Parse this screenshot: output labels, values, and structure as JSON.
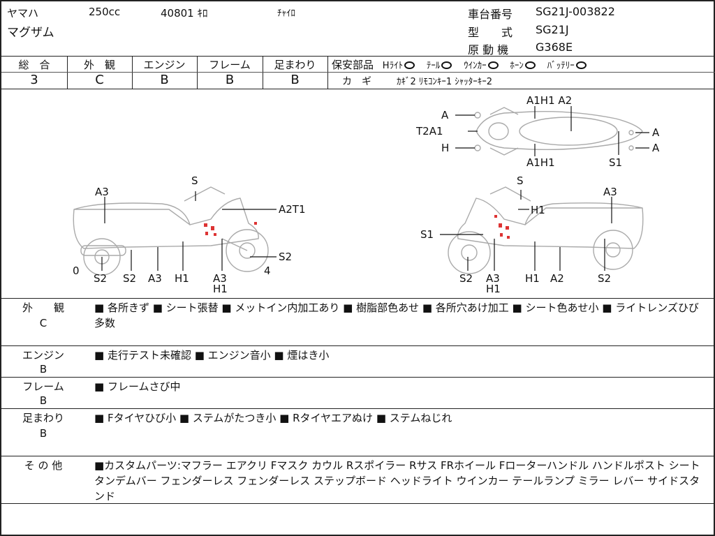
{
  "header": {
    "maker": "ヤマハ",
    "displacement": "250cc",
    "mileage": "40801 ｷﾛ",
    "color": "ﾁｬｲﾛ",
    "model_name": "マグザム",
    "frame_number_label": "車台番号",
    "frame_number": "SG21J-003822",
    "model_code_label": "型　　式",
    "model_code": "SG21J",
    "engine_label": "原 動 機",
    "engine_code": "G368E"
  },
  "grades": [
    {
      "label": "総　合",
      "value": "3"
    },
    {
      "label": "外　観",
      "value": "C"
    },
    {
      "label": "エンジン",
      "value": "B"
    },
    {
      "label": "フレーム",
      "value": "B"
    },
    {
      "label": "足まわり",
      "value": "B"
    }
  ],
  "safety": {
    "label": "保安部品",
    "items": [
      {
        "name": "Hﾗｲﾄ",
        "status": "O"
      },
      {
        "name": "ﾃｰﾙ",
        "status": "O"
      },
      {
        "name": "ｳｲﾝｶｰ",
        "status": "O"
      },
      {
        "name": "ﾎｰﾝ",
        "status": "O"
      },
      {
        "name": "ﾊﾞｯﾃﾘｰ",
        "status": "O"
      }
    ],
    "key_label": "カ　ギ",
    "key_info": "ｶｷﾞ2 ﾘﾓｺﾝｷｰ1 ｼｬｯﾀｰｷｰ2"
  },
  "diagram_labels": {
    "left_side": [
      "A3",
      "S",
      "A2T1",
      "S2",
      "0",
      "S2",
      "S2",
      "A3",
      "H1",
      "A3",
      "H1",
      "4"
    ],
    "right_side": [
      "S",
      "A3",
      "H1",
      "S1",
      "S2",
      "A3",
      "H1",
      "H1",
      "A2",
      "S2"
    ],
    "top_view": [
      "A1H1 A2",
      "A",
      "T2A1",
      "H",
      "A",
      "A",
      "A1H1",
      "S1"
    ]
  },
  "remarks": [
    {
      "category": "外　　観",
      "grade": "C",
      "text": "■ 各所きず ■ シート張替 ■ メットイン内加工あり ■ 樹脂部色あせ ■ 各所穴あけ加工 ■ シート色あせ小 ■ ライトレンズひび多数"
    },
    {
      "category": "エンジン",
      "grade": "B",
      "text": "■ 走行テスト未確認 ■ エンジン音小 ■ 煙はき小"
    },
    {
      "category": "フレーム",
      "grade": "B",
      "text": "■ フレームさび中"
    },
    {
      "category": "足まわり",
      "grade": "B",
      "text": "■ Fタイヤひび小 ■ ステムがたつき小 ■ Rタイヤエアぬけ ■ ステムねじれ"
    },
    {
      "category": "そ の 他",
      "grade": "",
      "text": "■カスタムパーツ:マフラー エアクリ Fマスク カウル Rスポイラー Rサス FRホイール Fローターハンドル ハンドルポスト シート タンデムバー フェンダーレス フェンダーレス ステップボード ヘッドライト ウインカー テールランプ ミラー レバー サイドスタンド"
    }
  ]
}
